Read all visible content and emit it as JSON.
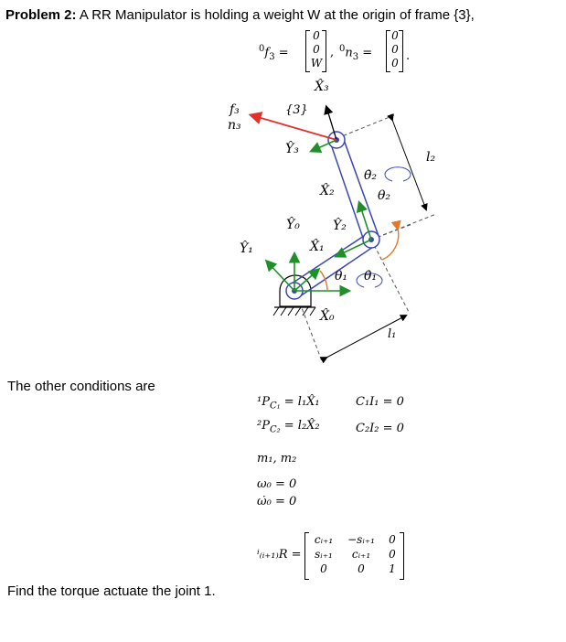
{
  "problem": {
    "label": "Problem 2:",
    "text": " A RR Manipulator is holding a weight W at the origin of frame {3},"
  },
  "force_eq": {
    "f_lhs_sup": "0",
    "f_lhs": "f",
    "f_lhs_sub": "3",
    "f_vec": [
      "0",
      "0",
      "W"
    ],
    "n_lhs_sup": "0",
    "n_lhs": "n",
    "n_lhs_sub": "3",
    "n_vec": [
      "0",
      "0",
      "0"
    ]
  },
  "diagram": {
    "x3": "X̂₃",
    "frame3": "{3}",
    "y3": "Ŷ₃",
    "f3": "f₃",
    "n3": "n₃",
    "x2": "X̂₂",
    "y2": "Ŷ₂",
    "theta2dot": "θ̇₂",
    "theta2": "θ₂",
    "l2": "l₂",
    "y0": "Ŷ₀",
    "y1": "Ŷ₁",
    "x1": "X̂₁",
    "theta1": "θ₁",
    "theta1dot": "θ̇₁",
    "x0": "X̂₀",
    "l1": "l₁"
  },
  "other_conditions": "The other conditions are",
  "conditions": {
    "pc1": "¹P",
    "pc1_sub": "C₁",
    "pc1_rhs": " = l₁X̂₁",
    "c1i1": "C₁I₁ = 0",
    "pc2": "²P",
    "pc2_sub": "C₂",
    "pc2_rhs": " = l₂X̂₂",
    "c2i2": "C₂I₂ = 0",
    "masses": "m₁, m₂",
    "omega0": "ω₀ = 0",
    "omegadot0": "ω̇₀ = 0",
    "rot_lhs": "ⁱ₍ᵢ₊₁₎R =",
    "rot_matrix": [
      [
        "cᵢ₊₁",
        "−sᵢ₊₁",
        "0"
      ],
      [
        "sᵢ₊₁",
        "cᵢ₊₁",
        "0"
      ],
      [
        "0",
        "0",
        "1"
      ]
    ]
  },
  "find": "Find the torque actuate the joint 1.",
  "colors": {
    "red_force": "#e0312b",
    "blue_link": "#3a46b8",
    "green_axis": "#1f8f2a",
    "orange_angle": "#e07a2a",
    "dash": "#555555"
  }
}
